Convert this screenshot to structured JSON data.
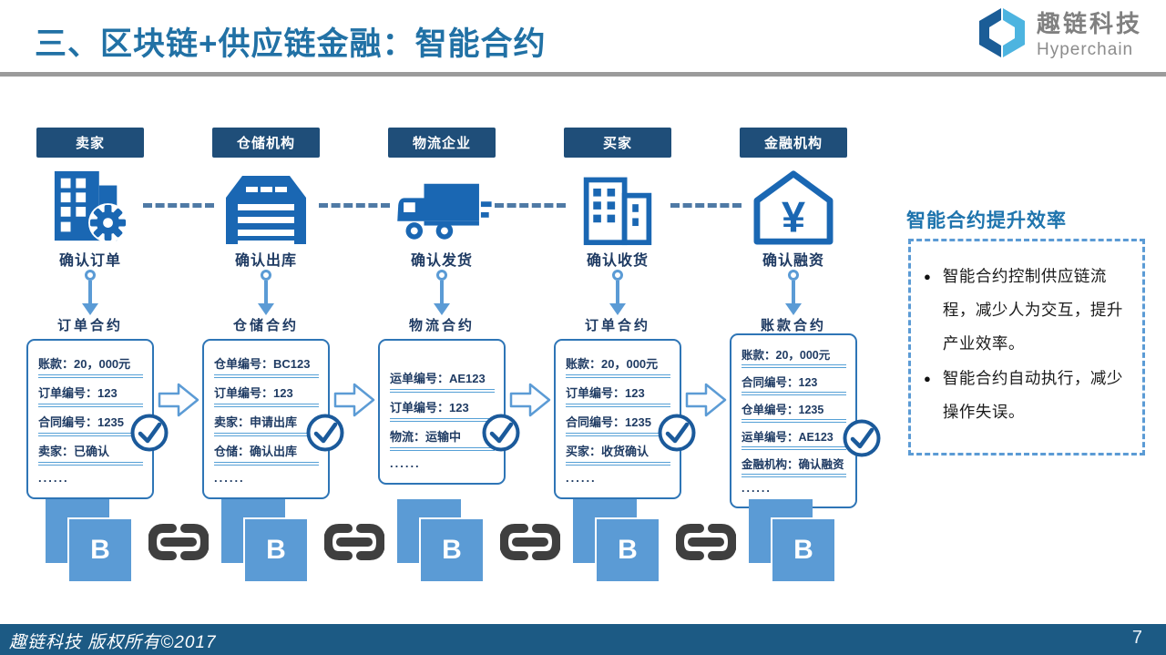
{
  "header": {
    "title": "三、区块链+供应链金融：智能合约",
    "logo": {
      "cn": "趣链科技",
      "en": "Hyperchain"
    }
  },
  "columns": [
    {
      "entity": "卖家",
      "icon": "seller-building-gear-icon",
      "action": "确认订单",
      "contract": "订单合约",
      "fields": [
        "账款：20，000元",
        "订单编号：123",
        "合同编号：1235",
        "卖家：已确认",
        "......"
      ]
    },
    {
      "entity": "仓储机构",
      "icon": "warehouse-icon",
      "action": "确认出库",
      "contract": "仓储合约",
      "fields": [
        "仓单编号：BC123",
        "订单编号：123",
        "卖家：申请出库",
        "仓储：确认出库",
        "......"
      ]
    },
    {
      "entity": "物流企业",
      "icon": "truck-icon",
      "action": "确认发货",
      "contract": "物流合约",
      "fields": [
        "运单编号：AE123",
        "订单编号：123",
        "物流：运输中",
        "......"
      ]
    },
    {
      "entity": "买家",
      "icon": "buyer-buildings-icon",
      "action": "确认收货",
      "contract": "订单合约",
      "fields": [
        "账款：20，000元",
        "订单编号：123",
        "合同编号：1235",
        "买家：收货确认",
        "......"
      ]
    },
    {
      "entity": "金融机构",
      "icon": "bank-house-yuan-icon",
      "action": "确认融资",
      "contract": "账款合约",
      "fields": [
        "账款：20，000元",
        "合同编号：123",
        "仓单编号：1235",
        "运单编号：AE123",
        "金融机构：确认融资",
        "......"
      ]
    }
  ],
  "side_panel": {
    "title": "智能合约提升效率",
    "bullet_char": "●",
    "bullets": [
      "智能合约控制供应链流程，减少人为交互，提升产业效率。",
      "智能合约自动执行，减少操作失误。"
    ]
  },
  "blockchain": {
    "block_label": "B",
    "yuan_symbol": "¥"
  },
  "footer": {
    "copyright": "趣链科技 版权所有©2017",
    "page_number": "7"
  },
  "colors": {
    "title_blue": "#2171a5",
    "badge_navy": "#1f4e79",
    "icon_blue": "#1a67b3",
    "accent_blue": "#5b9bd5",
    "check_navy": "#1b5a9b",
    "link_gray": "#3f3f3f",
    "footer_blue": "#1c5a84"
  }
}
